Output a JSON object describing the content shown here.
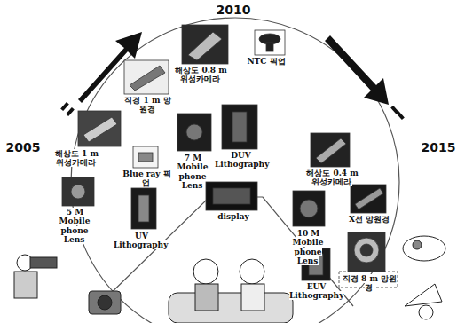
{
  "diagram": {
    "labels": [
      "2010",
      "2005",
      "2015",
      "해상도 0.8 m 위성카메라",
      "NTC 픽업",
      "직경 1 m 망원경",
      "해상도 1 m 위성카메라",
      "Blue ray 픽업",
      "7 M Mobile phone Lens",
      "DUV Lithography",
      "5 M Mobile phone Lens",
      "UV Lithography",
      "display",
      "해상도 0.4 m 위성카메라",
      "10 M Mobile phone Lens",
      "X선 망원경",
      "EUV Lithography",
      "직경 8 m 망원경"
    ]
  }
}
